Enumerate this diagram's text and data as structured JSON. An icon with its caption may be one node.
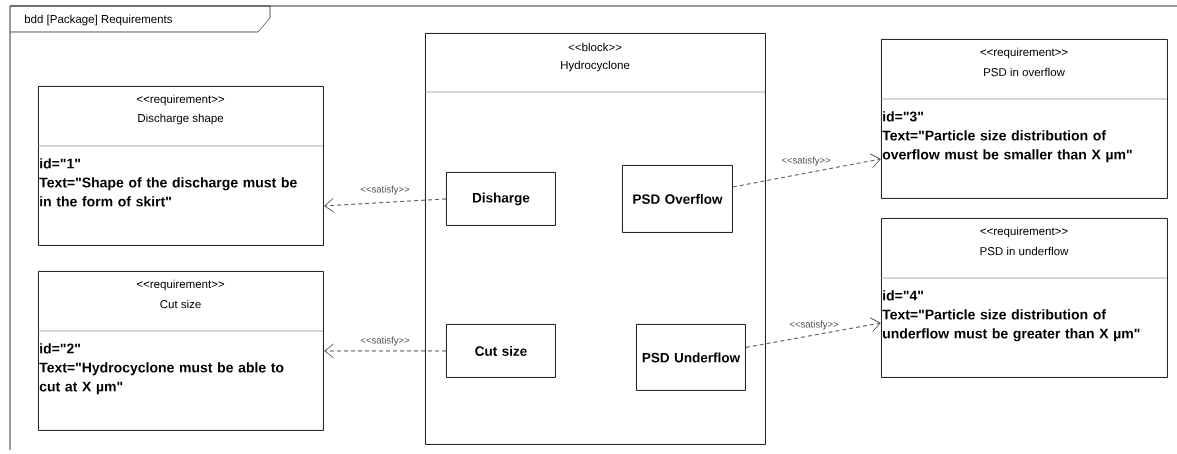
{
  "diagram": {
    "nodes": [
      {
        "text": [
          "bdd [Package] Requirements"
        ]
      },
      {
        "text": [
          "<<requirement>>",
          "Discharge shape",
          "id=\"1\"",
          "Text=\"Shape of the discharge must be in the form of skirt\""
        ],
        "in": 0
      },
      {
        "text": [
          "<<requirement>>",
          "Cut size",
          "id=\"2\"",
          "Text=\"Hydrocyclone must be able to cut at X µm\""
        ],
        "in": 0
      },
      {
        "text": [
          "<<block>>",
          "Hydrocyclone"
        ],
        "in": 0
      },
      {
        "text": [
          "Disharge"
        ],
        "in": 3
      },
      {
        "text": [
          "PSD Overflow"
        ],
        "in": 3
      },
      {
        "text": [
          "Cut size"
        ],
        "in": 3
      },
      {
        "text": [
          "PSD Underflow"
        ],
        "in": 3
      },
      {
        "text": [
          "<<requirement>>",
          "PSD in overflow",
          "id=\"3\"",
          "Text=\"Particle size distribution of overflow must be smaller than X µm\""
        ],
        "in": 0
      },
      {
        "text": [
          "<<requirement>>",
          "PSD in underflow",
          "id=\"4\"",
          "Text=\"Particle size distribution of underflow must be greater than X µm\""
        ],
        "in": 0
      }
    ],
    "edges": [
      {
        "from": 4,
        "to": 1,
        "arrow": "to",
        "label": "<<satisfy>>",
        "style": "dashed"
      },
      {
        "from": 6,
        "to": 2,
        "arrow": "to",
        "label": "<<satisfy>>",
        "style": "dashed"
      },
      {
        "from": 5,
        "to": 8,
        "arrow": "to",
        "label": "<<satisfy>>",
        "style": "dashed"
      },
      {
        "from": 7,
        "to": 9,
        "arrow": "to",
        "label": "<<satisfy>>",
        "style": "dashed"
      }
    ]
  }
}
